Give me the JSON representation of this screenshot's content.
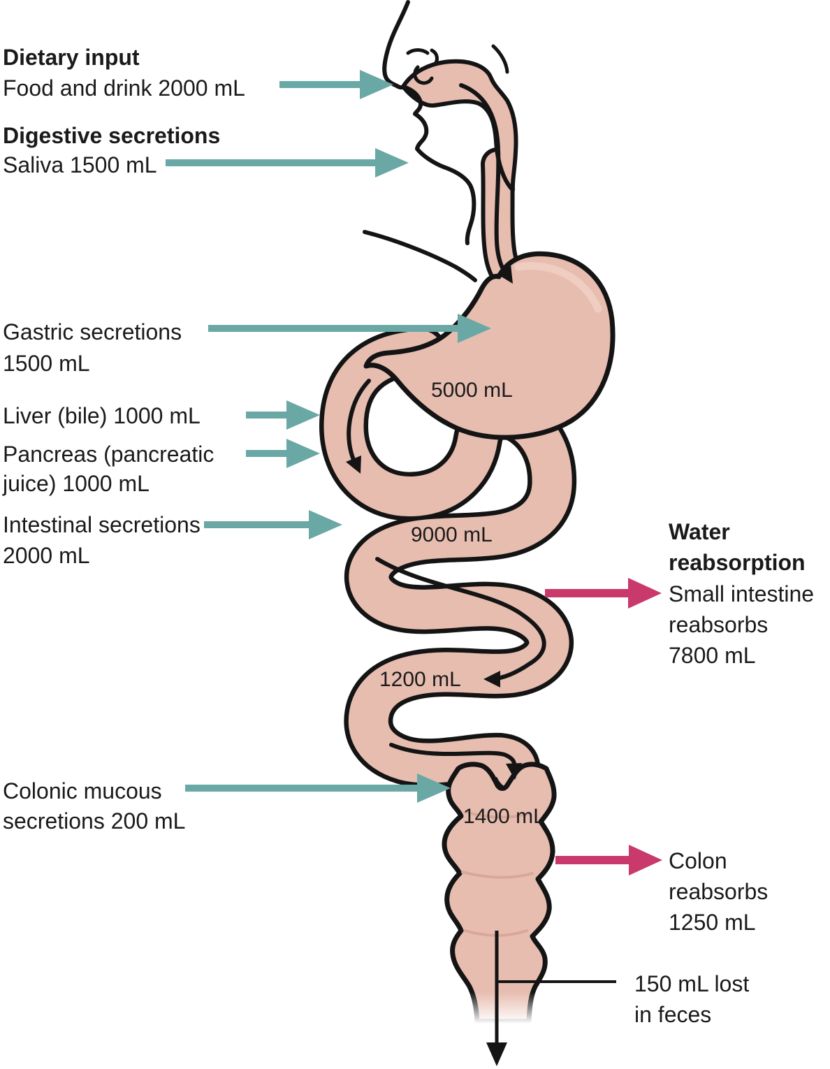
{
  "colors": {
    "tract_fill": "#E7BDB0",
    "tract_outline": "#141414",
    "secretion_arrow": "#6AA8A6",
    "reabsorption_arrow": "#C9396B",
    "text": "#1A1A1A"
  },
  "left": {
    "dietary_heading": "Dietary input",
    "dietary_value": "Food and drink 2000 mL",
    "secretions_heading": "Digestive secretions",
    "saliva": "Saliva 1500 mL",
    "gastric_l1": "Gastric secretions",
    "gastric_l2": "1500 mL",
    "liver": "Liver (bile) 1000 mL",
    "pancreas_l1": "Pancreas (pancreatic",
    "pancreas_l2": "juice) 1000 mL",
    "intestinal_l1": "Intestinal secretions",
    "intestinal_l2": "2000 mL",
    "colonic_l1": "Colonic mucous",
    "colonic_l2": "secretions 200 mL"
  },
  "right": {
    "water_heading_l1": "Water",
    "water_heading_l2": "reabsorption",
    "small_intestine_l1": "Small intestine",
    "small_intestine_l2": "reabsorbs",
    "small_intestine_l3": "7800 mL",
    "colon_l1": "Colon",
    "colon_l2": "reabsorbs",
    "colon_l3": "1250 mL",
    "feces_l1": "150 mL lost",
    "feces_l2": "in feces"
  },
  "volumes": {
    "stomach": "5000 mL",
    "small_intestine_upper": "9000 mL",
    "small_intestine_lower": "1200 mL",
    "colon": "1400 mL"
  }
}
